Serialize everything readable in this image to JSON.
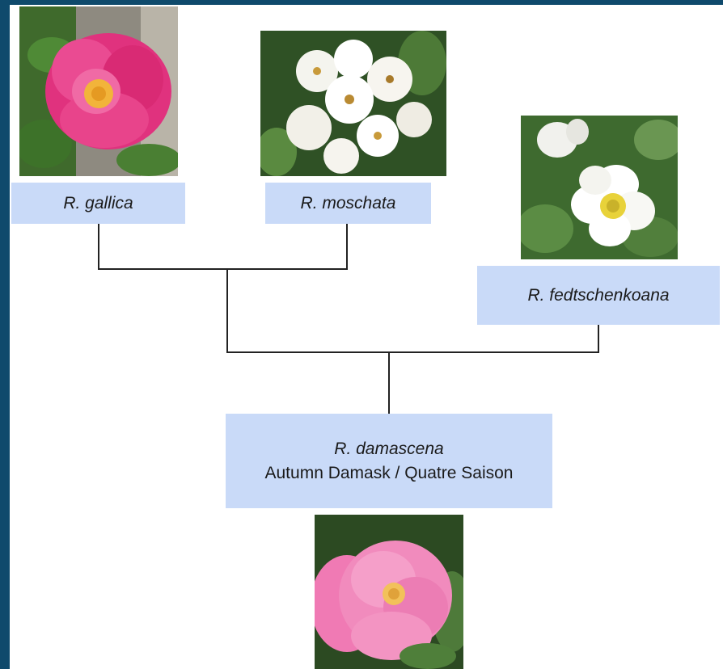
{
  "colors": {
    "frame": "#0f4a6c",
    "label_bg": "#c9daf8",
    "line": "#222222"
  },
  "parents": {
    "gallica": {
      "name": "R. gallica",
      "photo": "pink-rose-photo"
    },
    "moschata": {
      "name": "R. moschata",
      "photo": "white-rose-cluster-photo"
    },
    "fedtschenkoana": {
      "name": "R. fedtschenkoana",
      "photo": "white-single-rose-photo"
    }
  },
  "offspring": {
    "name": "R. damascena",
    "common_name": "Autumn Damask / Quatre Saison",
    "photo": "pink-damask-rose-photo"
  }
}
